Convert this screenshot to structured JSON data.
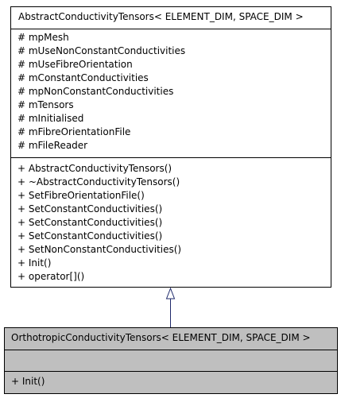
{
  "base_class": {
    "name": "AbstractConductivityTensors< ELEMENT_DIM, SPACE_DIM >",
    "attributes": [
      "# mpMesh",
      "# mUseNonConstantConductivities",
      "# mUseFibreOrientation",
      "# mConstantConductivities",
      "# mpNonConstantConductivities",
      "# mTensors",
      "# mInitialised",
      "# mFibreOrientationFile",
      "# mFileReader"
    ],
    "methods": [
      "+ AbstractConductivityTensors()",
      "+ ~AbstractConductivityTensors()",
      "+ SetFibreOrientationFile()",
      "+ SetConstantConductivities()",
      "+ SetConstantConductivities()",
      "+ SetConstantConductivities()",
      "+ SetNonConstantConductivities()",
      "+ Init()",
      "+ operator[]()"
    ]
  },
  "derived_class": {
    "name": "OrthotropicConductivityTensors< ELEMENT_DIM, SPACE_DIM >",
    "attributes": [],
    "methods": [
      "+ Init()"
    ]
  },
  "colors": {
    "base_fill": "#ffffff",
    "derived_fill": "#bfbfbf",
    "stroke": "#000000",
    "arrow_line": "#1f2a6b"
  }
}
